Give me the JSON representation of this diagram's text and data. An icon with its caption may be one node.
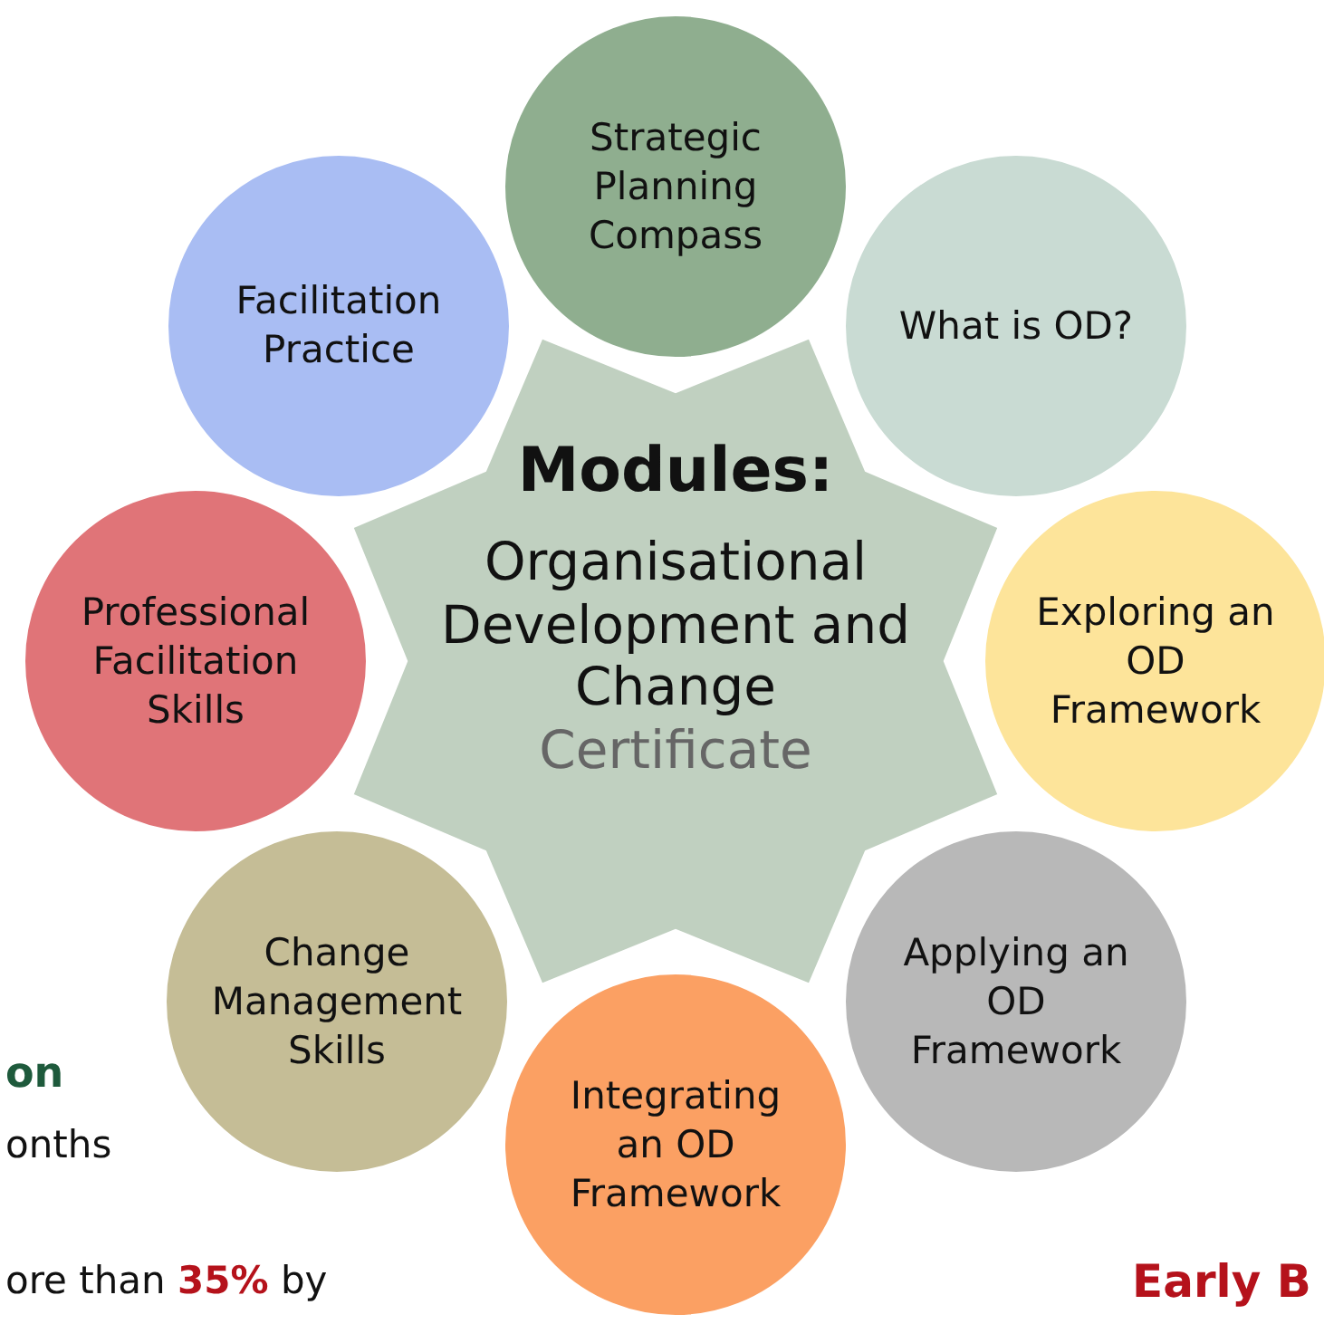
{
  "diagram": {
    "nodes": [
      {
        "text": [
          "Strategic Planning Compass"
        ]
      },
      {
        "text": [
          "Facilitation Practice"
        ]
      },
      {
        "text": [
          "What is OD?"
        ]
      },
      {
        "text": [
          "Modules:",
          "Organisational Development and Change",
          "Certificate"
        ]
      },
      {
        "text": [
          "Professional Facilitation Skills"
        ]
      },
      {
        "text": [
          "Exploring an OD Framework"
        ]
      },
      {
        "text": [
          "Change Management Skills"
        ]
      },
      {
        "text": [
          "Applying an OD Framework"
        ]
      },
      {
        "text": [
          "Integrating an OD Framework"
        ]
      }
    ],
    "edges": [],
    "labels": [
      "on",
      "onths",
      "Early B",
      "ore than **35%** by"
    ]
  }
}
